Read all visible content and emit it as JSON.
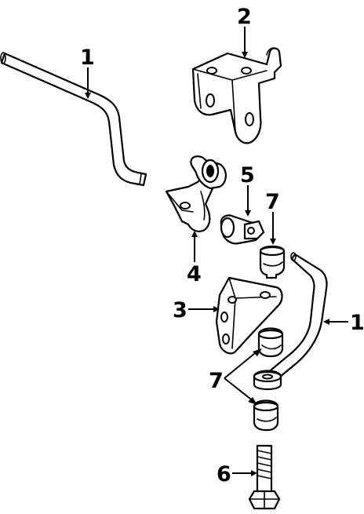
{
  "diagram": {
    "callouts": [
      {
        "id": "c1a",
        "text": "1"
      },
      {
        "id": "c2",
        "text": "2"
      },
      {
        "id": "c5",
        "text": "5"
      },
      {
        "id": "c7a",
        "text": "7"
      },
      {
        "id": "c4",
        "text": "4"
      },
      {
        "id": "c3",
        "text": "3"
      },
      {
        "id": "c1b",
        "text": "1"
      },
      {
        "id": "c7b",
        "text": "7"
      },
      {
        "id": "c6",
        "text": "6"
      }
    ]
  }
}
